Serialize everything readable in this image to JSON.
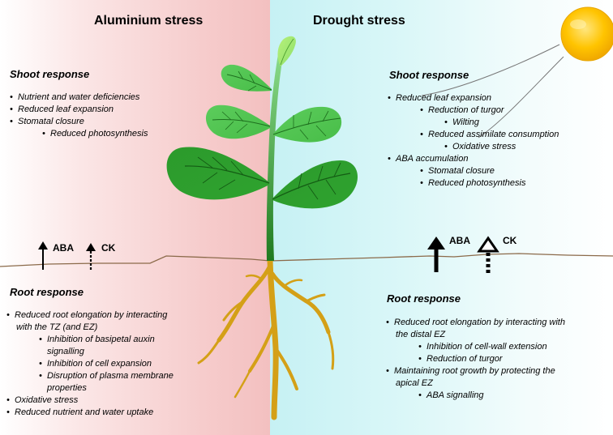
{
  "colors": {
    "aluminium_bg": "#f3c0c0",
    "drought_bg": "#c6f1f4",
    "stem": "#2e8b2e",
    "leaf_dark": "#2f9e2f",
    "leaf_light": "#6fd36f",
    "root": "#d4a017",
    "sun": "#ffc000",
    "ground": "#8b6a4a"
  },
  "icons": [
    "plant-illustration",
    "sun-icon",
    "up-arrow-icon",
    "dashed-up-arrow-icon"
  ],
  "aluminium": {
    "title": "Aluminium stress",
    "shoot": {
      "heading": "Shoot response",
      "items": [
        "Nutrient and water deficiencies",
        "Reduced leaf expansion",
        "Stomatal closure",
        "Reduced photosynthesis"
      ]
    },
    "hormones": {
      "aba": "ABA",
      "ck": "CK"
    },
    "root": {
      "heading": "Root response",
      "items": [
        "Reduced root elongation by interacting",
        "with the TZ (and EZ)",
        "Inhibition of basipetal auxin",
        "signalling",
        "Inhibition of cell  expansion",
        "Disruption of plasma membrane",
        "properties",
        "Oxidative stress",
        "Reduced nutrient and water uptake"
      ]
    }
  },
  "drought": {
    "title": "Drought stress",
    "shoot": {
      "heading": "Shoot response",
      "items": [
        "Reduced leaf expansion",
        "Reduction of turgor",
        "Wilting",
        "Reduced assimilate consumption",
        "Oxidative stress",
        "ABA accumulation",
        "Stomatal closure",
        "Reduced photosynthesis"
      ]
    },
    "hormones": {
      "aba": "ABA",
      "ck": "CK"
    },
    "root": {
      "heading": "Root response",
      "items": [
        "Reduced root elongation by interacting with",
        "the distal EZ",
        "Inhibition of cell-wall extension",
        "Reduction of turgor",
        "Maintaining root growth by protecting the",
        "apical EZ",
        "ABA signalling"
      ]
    }
  }
}
